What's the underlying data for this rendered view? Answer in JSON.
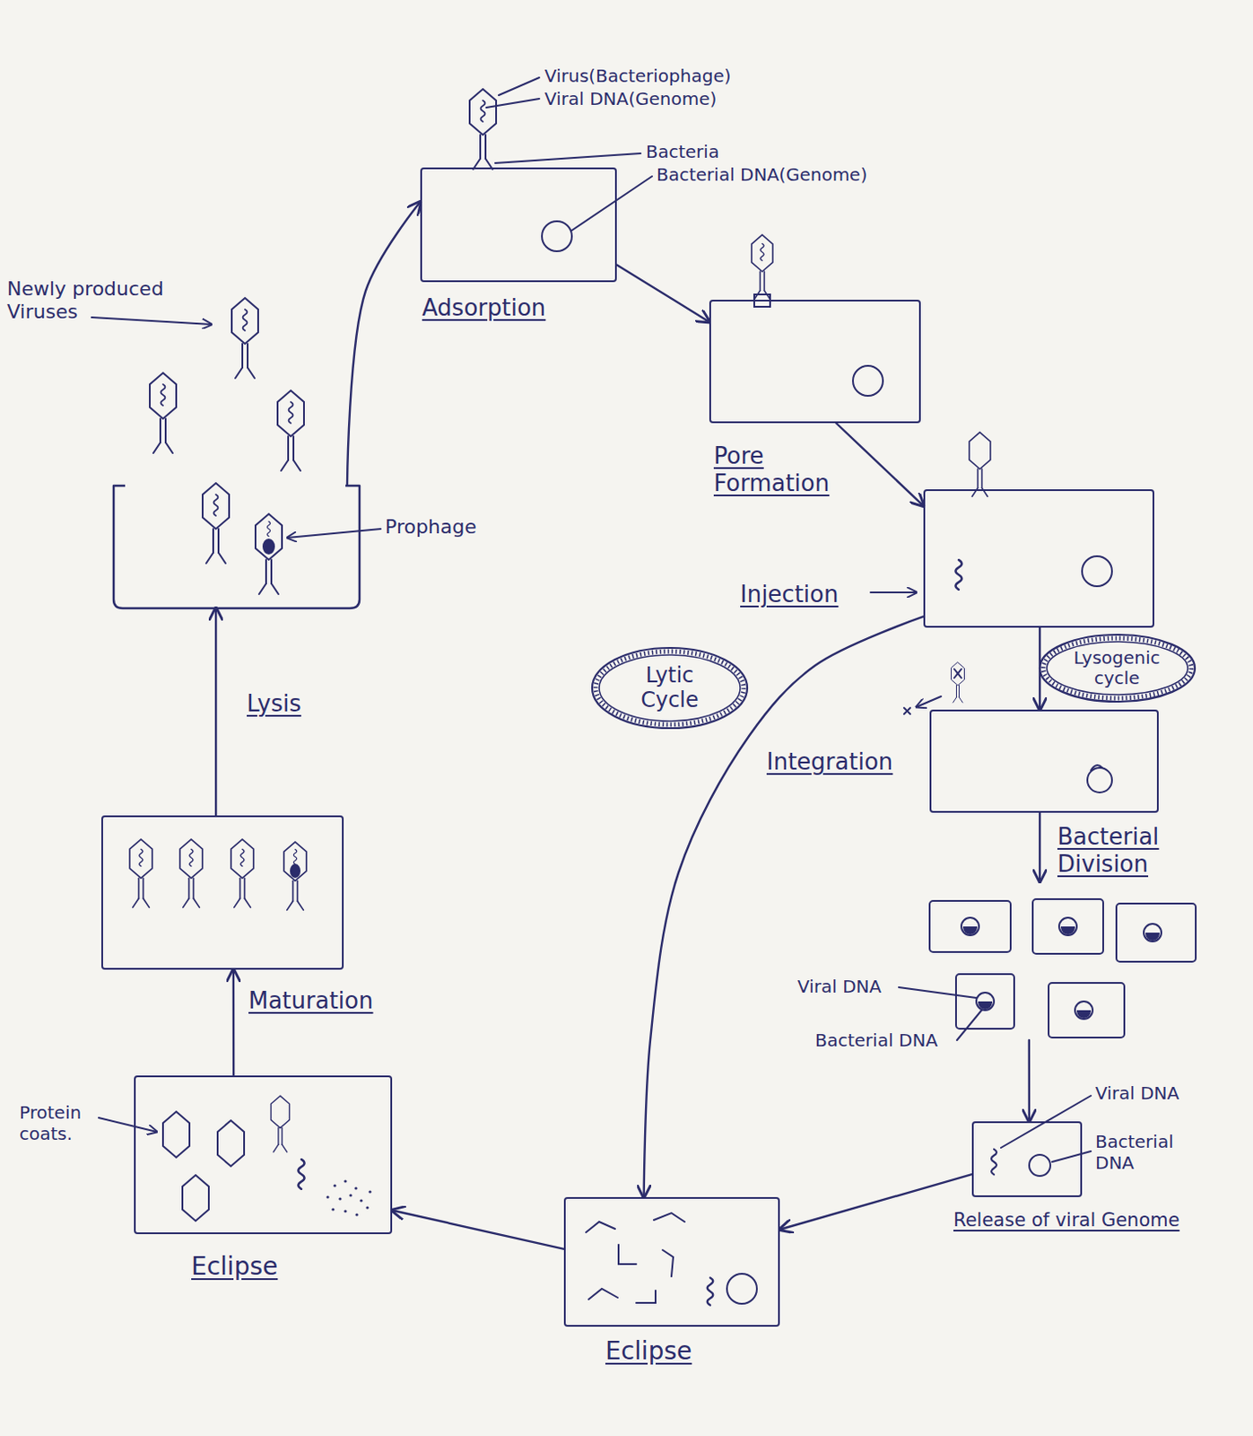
{
  "diagram": {
    "nodes": [
      {
        "text": [
          "Adsorption"
        ]
      },
      {
        "text": [
          "Pore Formation"
        ]
      },
      {
        "text": [
          "Injection"
        ]
      },
      {
        "text": [
          "Lytic Cycle"
        ]
      },
      {
        "text": [
          "Lysogenic cycle"
        ]
      },
      {
        "text": [
          "Integration"
        ]
      },
      {
        "text": [
          "Bacterial Division"
        ]
      },
      {
        "text": [
          "Release of viral Genome"
        ]
      },
      {
        "text": [
          "Eclipse"
        ]
      },
      {
        "text": [
          "Eclipse"
        ]
      },
      {
        "text": [
          "Maturation"
        ]
      },
      {
        "text": [
          "Lysis"
        ]
      }
    ],
    "edges": [
      {
        "from": 0,
        "to": 1,
        "arrow": "to"
      },
      {
        "from": 1,
        "to": 2,
        "arrow": "to"
      },
      {
        "from": 2,
        "to": 8,
        "arrow": "to"
      },
      {
        "from": 2,
        "to": 5,
        "arrow": "to"
      },
      {
        "from": 5,
        "to": 6,
        "arrow": "to"
      },
      {
        "from": 6,
        "to": 7,
        "arrow": "to"
      },
      {
        "from": 7,
        "to": 8,
        "arrow": "to"
      },
      {
        "from": 8,
        "to": 9,
        "arrow": "to"
      },
      {
        "from": 9,
        "to": 10,
        "arrow": "to"
      },
      {
        "from": 10,
        "to": 11,
        "arrow": "to"
      },
      {
        "from": 11,
        "to": 0,
        "arrow": "to"
      }
    ],
    "labels": [
      "Virus(Bacteriophage)",
      "Viral DNA(Genome)",
      "Bacteria",
      "Bacterial DNA(Genome)",
      "Newly produced Viruses",
      "Prophage",
      "Viral DNA",
      "Bacterial DNA",
      "Viral DNA",
      "Bacterial DNA",
      "Protein coats."
    ]
  }
}
